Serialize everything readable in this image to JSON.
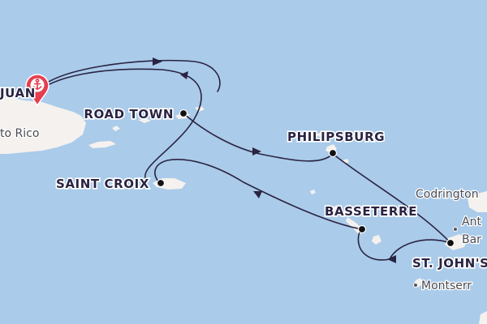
{
  "colors": {
    "sea": "#aacbea",
    "land": "#f4f1ee",
    "route": "#2a2342",
    "port_dot": "#111111",
    "pin": "#e53e4f"
  },
  "start_port": {
    "label": "SAN JUAN",
    "visible_label": "JUAN",
    "icon": "anchor-pin-icon"
  },
  "ports": [
    {
      "id": "road-town",
      "label": "ROAD TOWN"
    },
    {
      "id": "philipsburg",
      "label": "PHILIPSBURG"
    },
    {
      "id": "saint-croix",
      "label": "SAINT CROIX"
    },
    {
      "id": "basseterre",
      "label": "BASSETERRE"
    },
    {
      "id": "st-johns",
      "label": "ST. JOHN'S"
    }
  ],
  "place_labels": {
    "puerto_rico": "to Rico",
    "codrington": "Codrington",
    "antigua": "Ant",
    "barbuda": "Bar",
    "montserrat": "Montserr"
  }
}
